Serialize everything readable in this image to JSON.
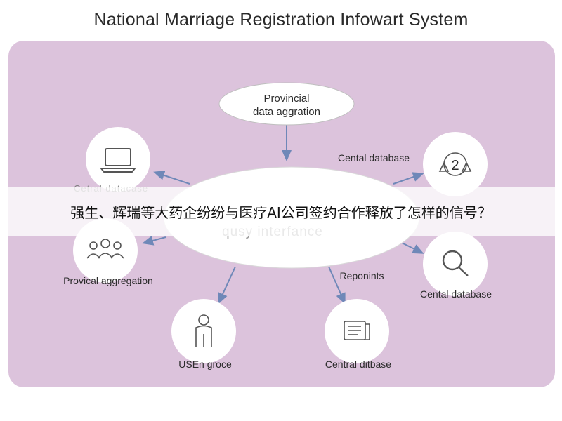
{
  "title": "National Marriage Registration Infowart System",
  "colors": {
    "panel": "#dcc3dc",
    "node_fill": "#ffffff",
    "arrow": "#6f88b8",
    "icon_stroke": "#555555"
  },
  "nodes": {
    "top": {
      "line1": "Provincial",
      "line2": "data aggration",
      "icon": "none"
    },
    "center": {
      "label": "qusy interfance"
    },
    "top_left": {
      "label": "Cetral datacase",
      "icon": "laptop-icon"
    },
    "top_right": {
      "label": "Cental database",
      "icon": "number-badge-icon",
      "icon_text": "2"
    },
    "mid_left": {
      "label": "Provical aggregation",
      "icon": "people-group-icon"
    },
    "mid_right": {
      "label": "Cental database",
      "icon": "magnifier-icon"
    },
    "bottom_left": {
      "label": "USEn groce",
      "icon": "person-icon"
    },
    "bottom_right": {
      "label": "Central ditbase",
      "icon": "document-icon"
    }
  },
  "edges": [
    {
      "label": ""
    },
    {
      "label": "Reponints"
    }
  ],
  "banner": {
    "text": "强生、辉瑞等大药企纷纷与医疗AI公司签约合作释放了怎样的信号？"
  }
}
